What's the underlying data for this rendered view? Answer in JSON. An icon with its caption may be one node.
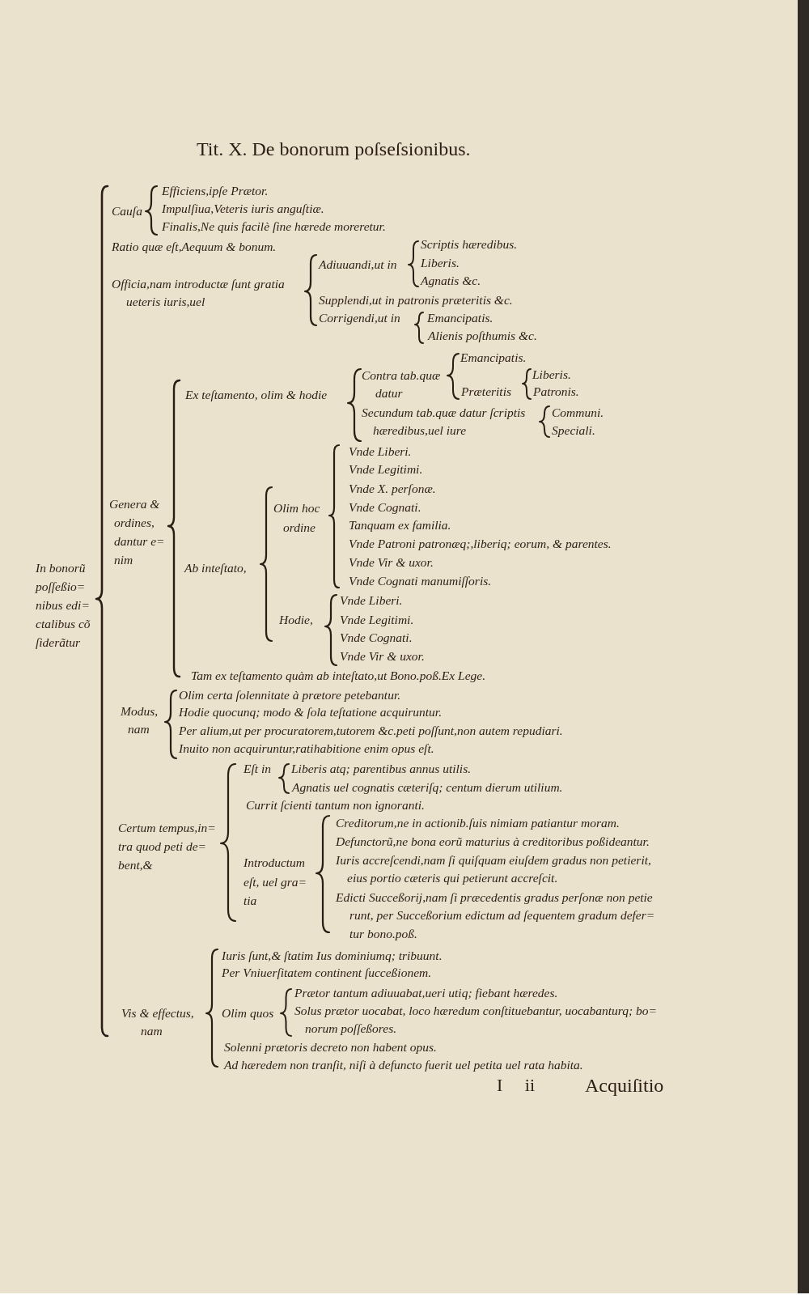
{
  "diagram": {
    "title": "Tit. X. De bonorum poſseſsionibus.",
    "labels": [
      "In bonorũ poſſeßio= nibus edi= ctalibus cõ ſiderãtur",
      "Cauſa",
      "Efficiens,ipſe Prætor.",
      "Impulſiua,Veteris iuris anguſtiæ.",
      "Finalis,Ne quis facilè ſine hærede moreretur.",
      "Ratio quæ eſt,Aequum & bonum.",
      "Officia,nam introductæ ſunt gratia ueteris iuris,uel",
      "Adiuuandi,ut in",
      "Scriptis hæredibus.",
      "Liberis.",
      "Agnatis &c.",
      "Supplendi,ut in patronis præteritis &c.",
      "Corrigendi,ut in",
      "Emancipatis.",
      "Alienis poſthumis &c.",
      "Genera & ordines, dantur e= nim",
      "Ex teſtamento, olim & hodie",
      "Contra tab.quæ datur",
      "Emancipatis.",
      "Præteritis",
      "Liberis.",
      "Patronis.",
      "Secundum tab.quæ datur ſcriptis hæredibus,uel iure",
      "Communi.",
      "Speciali.",
      "Ab inteſtato,",
      "Olim hoc ordine",
      "Vnde Liberi.",
      "Vnde Legitimi.",
      "Vnde X. perſonæ.",
      "Vnde Cognati.",
      "Tanquam ex familia.",
      "Vnde Patroni patronæq;,liberiq; eorum, & parentes.",
      "Vnde Vir & uxor.",
      "Vnde Cognati manumiſſoris.",
      "Hodie,",
      "Vnde Liberi.",
      "Vnde Legitimi.",
      "Vnde Cognati.",
      "Vnde Vir & uxor.",
      "Tam ex teſtamento quàm ab inteſtato,ut Bono.poß.Ex Lege.",
      "Modus, nam",
      "Olim certa ſolennitate à prætore petebantur.",
      "Hodie quocunq; modo & ſola teſtatione acquiruntur.",
      "Per alium,ut per procuratorem,tutorem &c.peti poſſunt,non autem repudiari.",
      "Inuito non acquiruntur,ratihabitione enim opus eſt.",
      "Certum tempus,in= tra quod peti de= bent,&",
      "Eſt in",
      "Liberis atq; parentibus annus utilis.",
      "Agnatis uel cognatis cæteriſq; centum dierum utilium.",
      "Currit ſcienti tantum non ignoranti.",
      "Introductum eſt, uel gra= tia",
      "Creditorum,ne in actionib.ſuis nimiam patiantur moram.",
      "Defunctorũ,ne bona eorũ maturius à creditoribus poßideantur.",
      "Iuris accreſcendi,nam ſi quiſquam eiuſdem gradus non petierit, eius portio cæteris qui petierunt accreſcit.",
      "Edicti Succeßorij,nam ſi præcedentis gradus perſonæ non petie runt, per Succeßorium edictum ad ſequentem gradum defer= tur bono.poß.",
      "Vis & effectus, nam",
      "Iuris ſunt,& ſtatim Ius dominiumq; tribuunt.",
      "Per Vniuerſitatem continent ſucceßionem.",
      "Olim quos",
      "Prætor tantum adiuuabat,ueri utiq; fiebant hæredes.",
      "Solus prætor uocabat, loco hæredum conſtituebantur, uocabanturq; bo= norum poſſeßores.",
      "Solenni prætoris decreto non habent opus.",
      "Ad hæredem non tranſit, niſi à defuncto fuerit uel petita uel rata habita.",
      "I ii",
      "Acquiſitio"
    ]
  }
}
